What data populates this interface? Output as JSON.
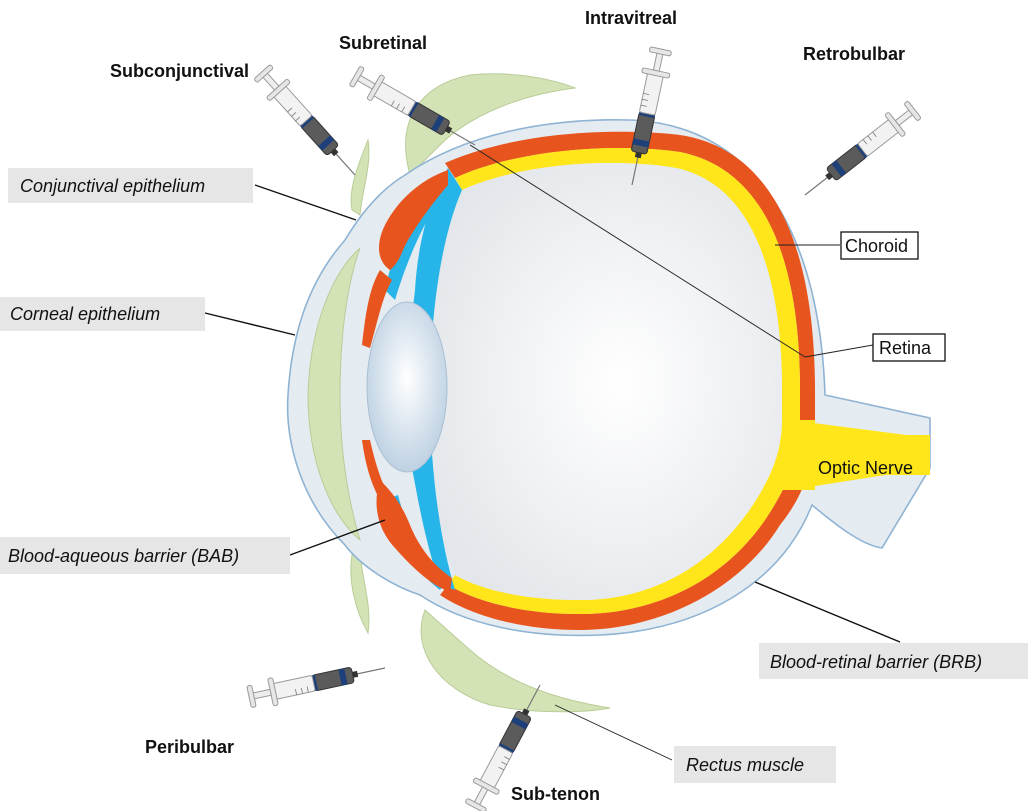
{
  "routes": {
    "subconjunctival": "Subconjunctival",
    "subretinal": "Subretinal",
    "intravitreal": "Intravitreal",
    "retrobulbar": "Retrobulbar",
    "peribulbar": "Peribulbar",
    "subtenon": "Sub-tenon"
  },
  "labels": {
    "conjunctival_epithelium": "Conjunctival epithelium",
    "corneal_epithelium": "Corneal epithelium",
    "blood_aqueous_barrier": "Blood-aqueous barrier (BAB)",
    "blood_retinal_barrier": "Blood-retinal barrier (BRB)",
    "rectus_muscle": "Rectus muscle",
    "choroid": "Choroid",
    "retina": "Retina",
    "optic_nerve": "Optic Nerve"
  },
  "colors": {
    "sclera_fill": "#e4ebf1",
    "sclera_stroke": "#8fb3d3",
    "vitreous": "#eef0f2",
    "choroid": "#e8541d",
    "retina": "#ffe61a",
    "iris_ciliary": "#e8541d",
    "aqueous": "#27b4e8",
    "lens": "#c9d8e6",
    "conjunctiva_muscle": "#d3e3b6",
    "syringe_barrel": "#555555",
    "syringe_band": "#1d3f7a",
    "syringe_body": "#f2f2f2"
  }
}
